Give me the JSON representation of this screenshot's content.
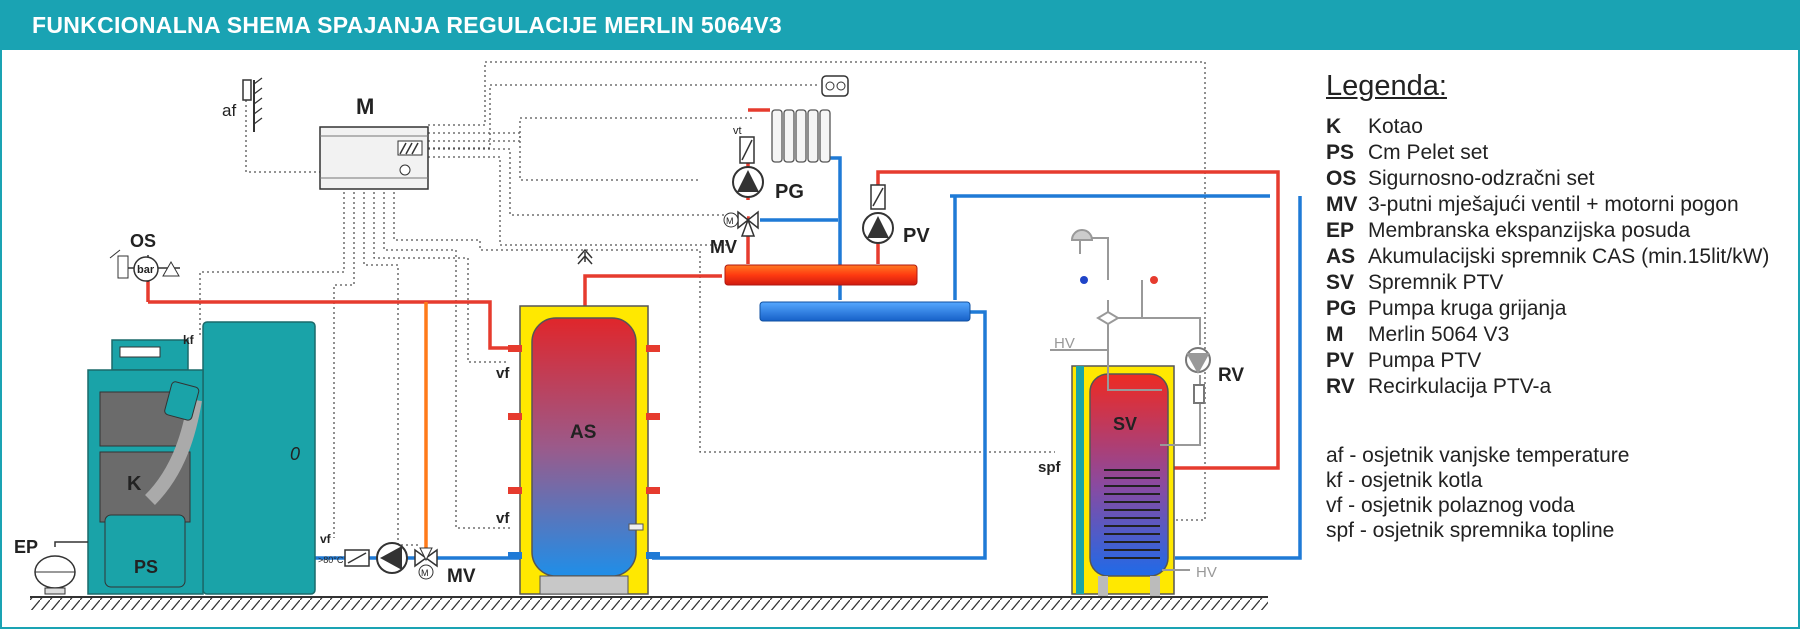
{
  "title": "FUNKCIONALNA SHEMA SPAJANJA REGULACIJE MERLIN 5064V3",
  "labels": {
    "af": "af",
    "M": "M",
    "OS": "OS",
    "bar": "bar",
    "kf": "kf",
    "K": "K",
    "PS": "PS",
    "EP": "EP",
    "vf_mix": "vf",
    "temp": ">80°C",
    "MV_bottom": "MV",
    "vf_top": "vf",
    "vf_bottom": "vf",
    "AS": "AS",
    "PG": "PG",
    "MV_top": "MV",
    "PV": "PV",
    "vt": "vt",
    "HV_top": "HV",
    "RV": "RV",
    "SV": "SV",
    "spf": "spf",
    "HV_bottom": "HV",
    "O": "0"
  },
  "legend": {
    "title": "Legenda:",
    "items": [
      {
        "code": "K",
        "text": "Kotao"
      },
      {
        "code": "PS",
        "text": "Cm Pelet set"
      },
      {
        "code": "OS",
        "text": "Sigurnosno-odzračni set"
      },
      {
        "code": "MV",
        "text": "3-putni mješajući ventil + motorni pogon"
      },
      {
        "code": "EP",
        "text": "Membranska ekspanzijska posuda"
      },
      {
        "code": "AS",
        "text": "Akumulacijski spremnik CAS (min.15lit/kW)"
      },
      {
        "code": "SV",
        "text": "Spremnik PTV"
      },
      {
        "code": "PG",
        "text": "Pumpa kruga grijanja"
      },
      {
        "code": "M",
        "text": "Merlin 5064 V3"
      },
      {
        "code": "PV",
        "text": "Pumpa PTV"
      },
      {
        "code": "RV",
        "text": "Recirkulacija PTV-a"
      }
    ],
    "sensors": [
      "af - osjetnik vanjske temperature",
      "kf - osjetnik kotla",
      "vf - osjetnik polaznog voda",
      "spf - osjetnik spremnika topline"
    ]
  },
  "colors": {
    "header": "#1aa3b3",
    "hot_pipe": "#e63b2e",
    "cold_pipe": "#1f7ad6",
    "boiler": "#1aa3a8",
    "insulation": "#ffe800",
    "sensor_wire": "#555555"
  }
}
